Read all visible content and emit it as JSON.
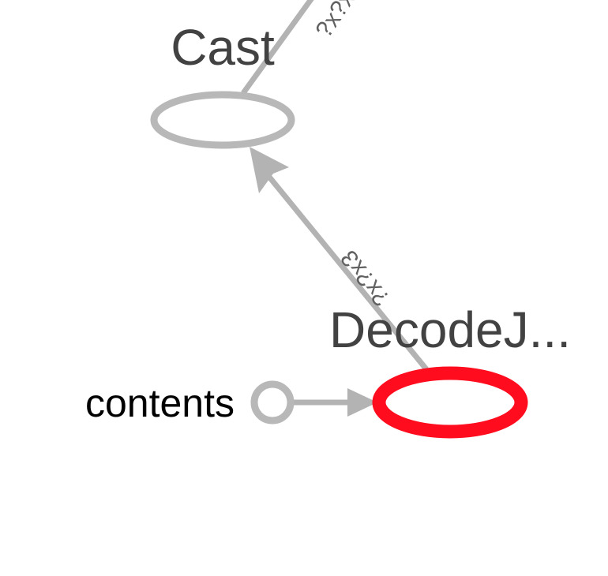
{
  "colors": {
    "edge": "#b3b3b3",
    "node_default": "#b8b8b8",
    "node_selected": "#ff0d1f",
    "title_text": "#424242",
    "label_text": "#000000",
    "edge_label_text": "#616161"
  },
  "nodes": {
    "cast": {
      "title": "Cast",
      "selected": false
    },
    "decode": {
      "title": "DecodeJ...",
      "selected": true
    },
    "contents": {
      "label": "contents"
    }
  },
  "edges": {
    "incoming_to_cast": {
      "shape_label": "?x?x?"
    },
    "decode_to_cast": {
      "shape_label": "?x?x3"
    },
    "contents_to_decode": {
      "shape_label": ""
    }
  }
}
